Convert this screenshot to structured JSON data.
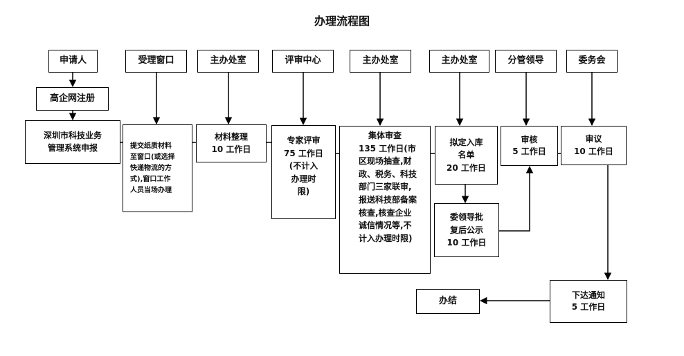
{
  "title": "办理流程图",
  "headers": {
    "applicant": "申请人",
    "window": "受理窗口",
    "office_a": "主办处室",
    "review_center": "评审中心",
    "office_b": "主办处室",
    "office_c": "主办处室",
    "leader": "分管领导",
    "committee": "委务会"
  },
  "nodes": {
    "register": "高企网注册",
    "apply": [
      "深圳市科技业务",
      "管理系统申报"
    ],
    "submit": [
      "提交纸质材料",
      "至窗口(或选择",
      "快递物流的方",
      "式),窗口工作",
      "人员当场办理"
    ],
    "organize": [
      "材料整理",
      "10 工作日"
    ],
    "expert": [
      "专家评审",
      "75 工作日",
      "(不计入",
      "办理时",
      "限)"
    ],
    "collective_title": "集体审查",
    "collective": [
      "135 工作日(市",
      "区现场抽查,财",
      "政、税务、科技",
      "部门三家联审,",
      "报送科技部备案",
      "核查,核查企业",
      "诚信情况等,不",
      "计入办理时限)"
    ],
    "draft_list": [
      "拟定入库",
      "名单",
      "20 工作日"
    ],
    "approval": [
      "委领导批",
      "复后公示",
      "10 工作日"
    ],
    "audit": [
      "审核",
      "5 工作日"
    ],
    "deliberate": [
      "审议",
      "10 工作日"
    ],
    "notice": [
      "下达通知",
      "5 工作日"
    ],
    "done": "办结"
  }
}
